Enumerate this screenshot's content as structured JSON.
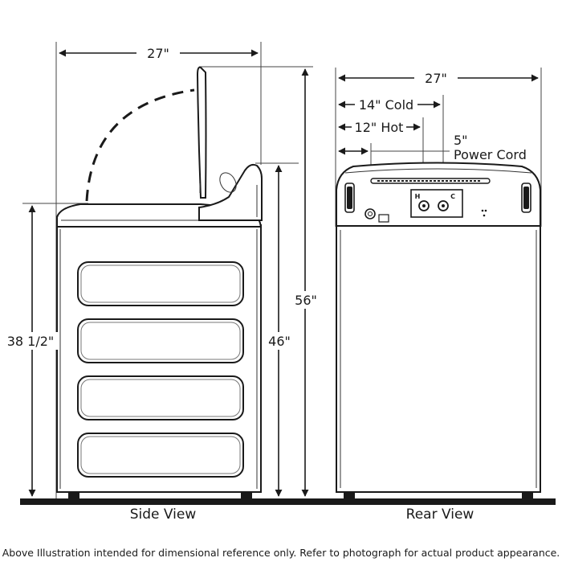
{
  "dimensions": {
    "side_width": "27\"",
    "side_height_lid_open": "56\"",
    "side_height_console": "46\"",
    "side_height_cabinet": "38 1/2\"",
    "rear_width": "27\"",
    "rear_cold": "14\" Cold",
    "rear_hot": "12\" Hot",
    "rear_power_cord_value": "5\"",
    "rear_power_cord_label": "Power Cord"
  },
  "labels": {
    "side_view": "Side View",
    "rear_view": "Rear View",
    "hot_marker": "H",
    "cold_marker": "C"
  },
  "footer": {
    "disclaimer": "Above Illustration intended for dimensional reference only. Refer to photograph for actual product appearance."
  }
}
